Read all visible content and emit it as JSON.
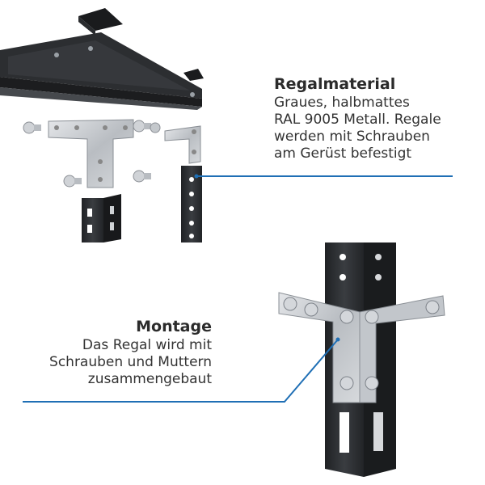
{
  "callouts": {
    "material": {
      "title": "Regalmaterial",
      "lines": [
        "Graues, halbmattes",
        "RAL 9005 Metall. Regale",
        "werden mit Schrauben",
        "am Gerüst befestigt"
      ]
    },
    "montage": {
      "title": "Montage",
      "lines": [
        "Das Regal wird mit",
        "Schrauben und Muttern",
        "zusammengebaut"
      ]
    }
  },
  "colors": {
    "leader_line": "#1f6fb5",
    "steel_dark": "#2e3033",
    "galvanized": "#c9ccd0",
    "text": "#333333"
  }
}
